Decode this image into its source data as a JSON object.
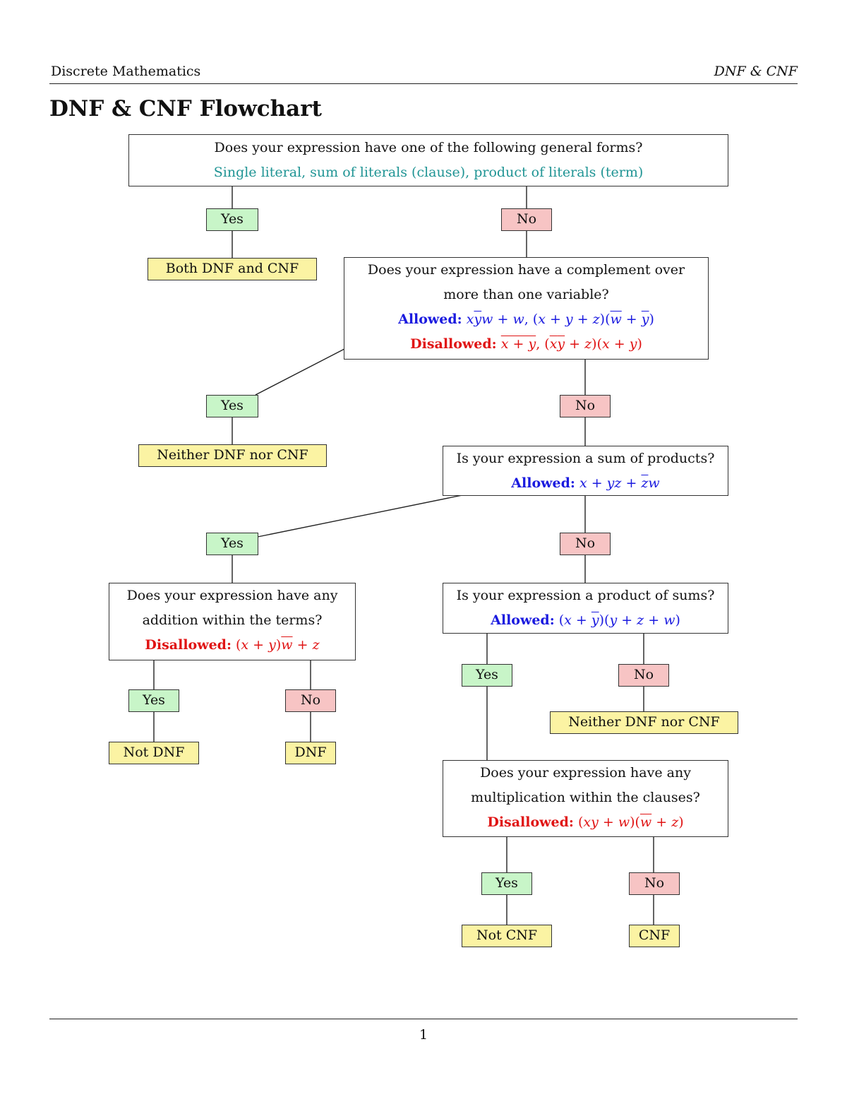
{
  "header": {
    "left": "Discrete Mathematics",
    "right": "DNF & CNF"
  },
  "title": "DNF & CNF Flowchart",
  "page_number": "1",
  "q1": {
    "question": "Does your expression have one of the following general forms?",
    "forms": "Single literal, sum of literals (clause), product of literals (term)"
  },
  "q2": {
    "question_line1": "Does your expression have a complement over",
    "question_line2": "more than one variable?",
    "allowed_label": "Allowed:",
    "allowed_expr": "xy̅w + w, (x + y + z)(w̅ + y̅)",
    "disallowed_label": "Disallowed:",
    "disallowed_expr": "x+y (overlined), (x̅y̅ + z)(x + y)"
  },
  "q3": {
    "question": "Is your expression a sum of products?",
    "allowed_label": "Allowed:",
    "allowed_expr": "x + yz + z̅w"
  },
  "q4": {
    "question_line1": "Does your expression have any",
    "question_line2": "addition within the terms?",
    "disallowed_label": "Disallowed:",
    "disallowed_expr": "(x + y)w̅ + z"
  },
  "q5": {
    "question": "Is your expression a product of sums?",
    "allowed_label": "Allowed:",
    "allowed_expr": "(x + y̅)(y + z + w)"
  },
  "q6": {
    "question_line1": "Does your expression have any",
    "question_line2": "multiplication within the clauses?",
    "disallowed_label": "Disallowed:",
    "disallowed_expr": "(xy + w)(w̅ + z)"
  },
  "labels": {
    "yes": "Yes",
    "no": "No"
  },
  "results": {
    "both": "Both DNF and CNF",
    "neither_1": "Neither DNF nor CNF",
    "not_dnf": "Not DNF",
    "dnf": "DNF",
    "neither_2": "Neither DNF nor CNF",
    "not_cnf": "Not CNF",
    "cnf": "CNF"
  },
  "colors": {
    "yes_fill": "#c8f5c8",
    "no_fill": "#f7c4c4",
    "result_fill": "#fbf3a3",
    "forms_text": "#1f9494",
    "allowed_text": "#1a1adf",
    "disallowed_text": "#e01414"
  }
}
